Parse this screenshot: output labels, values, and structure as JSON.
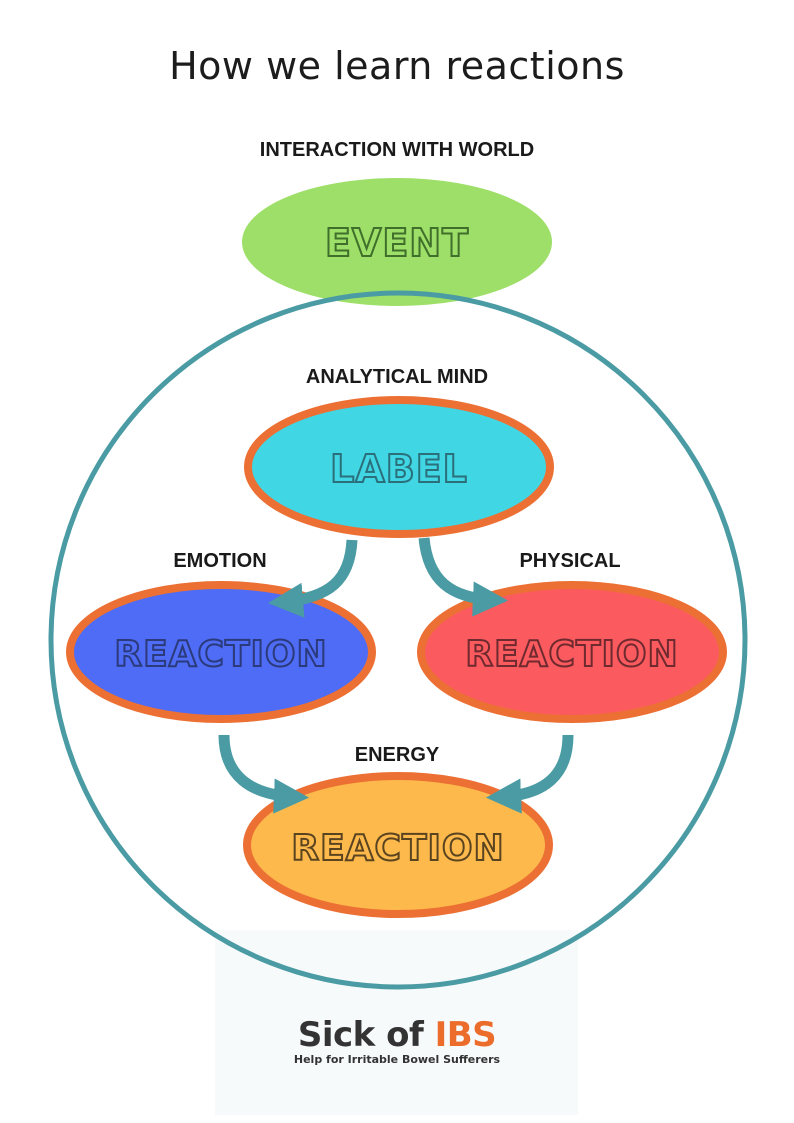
{
  "title": "How we learn reactions",
  "captions": {
    "world": "INTERACTION WITH WORLD",
    "mind": "ANALYTICAL MIND",
    "emotion": "EMOTION",
    "physical": "PHYSICAL",
    "energy": "ENERGY"
  },
  "nodes": {
    "event": {
      "label": "EVENT",
      "fill": "#9ddf68",
      "text_color": "#3f6f2a"
    },
    "label": {
      "label": "LABEL",
      "fill": "#40d6e4",
      "border": "#ec7034",
      "text_color": "#2a6f7a"
    },
    "emotion_reaction": {
      "label": "REACTION",
      "fill": "#4e6cf5",
      "border": "#ec7034",
      "text_color": "#2b3a7a"
    },
    "physical_reaction": {
      "label": "REACTION",
      "fill": "#fb5a5e",
      "border": "#ec7034",
      "text_color": "#6e2a2f"
    },
    "energy_reaction": {
      "label": "REACTION",
      "fill": "#fdb94c",
      "border": "#ec7034",
      "text_color": "#5a4420"
    }
  },
  "edges": [
    {
      "from": "label",
      "to": "emotion_reaction"
    },
    {
      "from": "label",
      "to": "physical_reaction"
    },
    {
      "from": "emotion_reaction",
      "to": "energy_reaction"
    },
    {
      "from": "physical_reaction",
      "to": "energy_reaction"
    }
  ],
  "colors": {
    "circle": "#4a9ba3",
    "arrow": "#4a9ba3"
  },
  "logo": {
    "main": "Sick of ",
    "accent": "IBS",
    "tagline": "Help for Irritable Bowel Sufferers"
  }
}
